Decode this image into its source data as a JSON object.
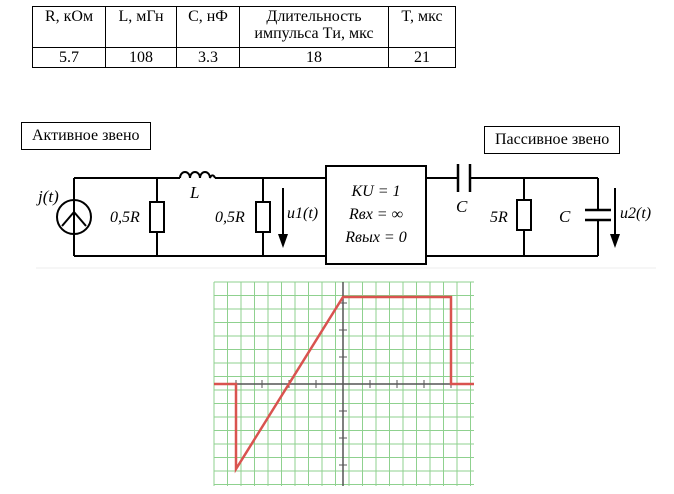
{
  "table": {
    "headers": [
      "R, кОм",
      "L, мГн",
      "C, нФ",
      "Длительность импульса Tи, мкс",
      "T, мкс"
    ],
    "values": [
      "5.7",
      "108",
      "3.3",
      "18",
      "21"
    ]
  },
  "labels": {
    "active": "Активное звено",
    "passive": "Пассивное звено"
  },
  "circuit": {
    "source": "j(t)",
    "r1": "0,5R",
    "inductor": "L",
    "r2": "0,5R",
    "u1": "u1(t)",
    "block": [
      "KU = 1",
      "Rвх = ∞",
      "Rвых = 0"
    ],
    "cap1": "C",
    "r3": "5R",
    "cap2": "C",
    "u2": "u2(t)"
  },
  "waveform": {
    "line_color": "#d9534f",
    "grid_color": "#8fd18f",
    "axis_color": "#555555"
  }
}
